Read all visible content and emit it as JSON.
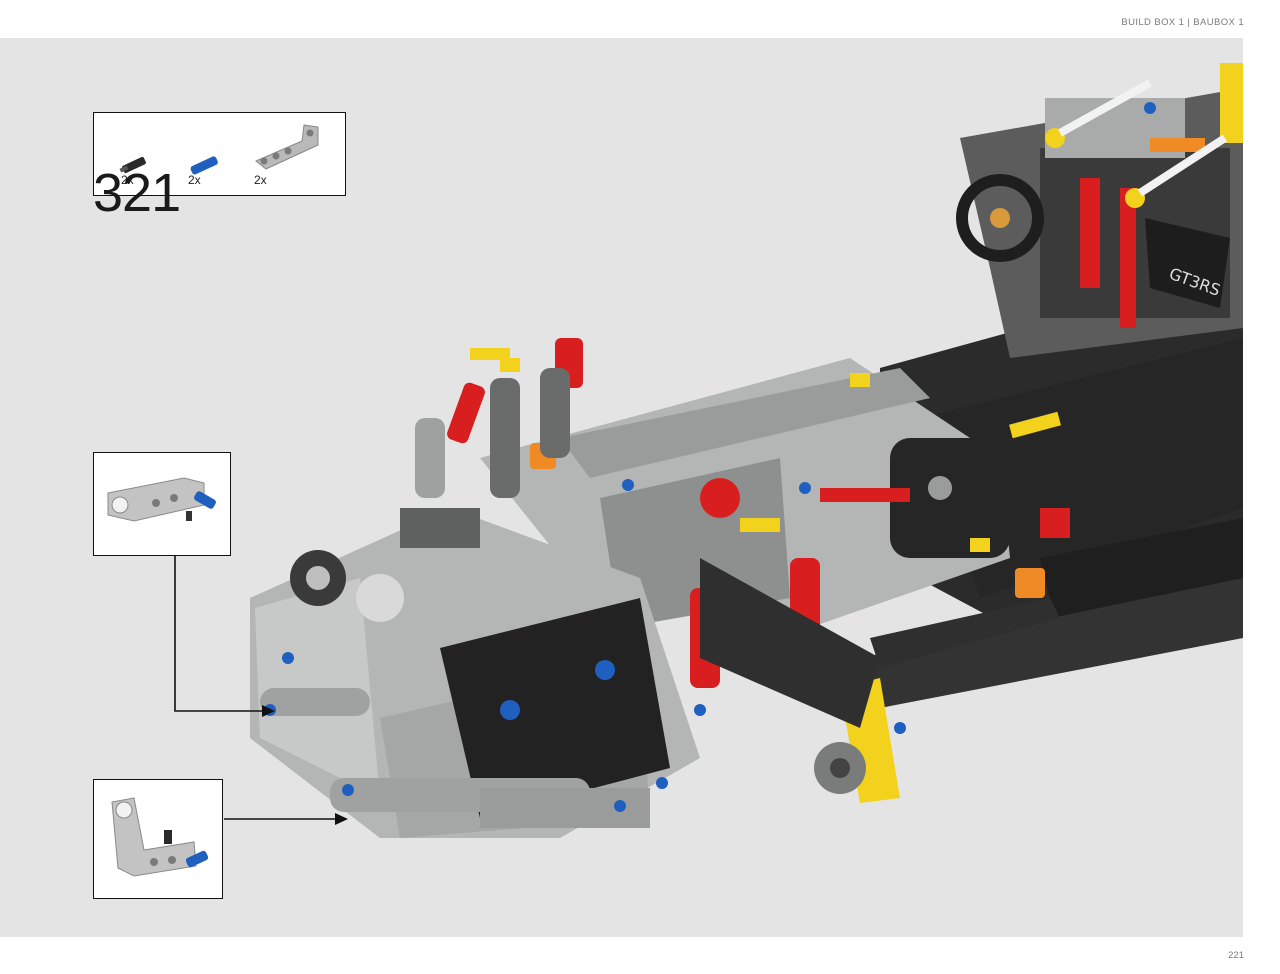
{
  "page": {
    "header_text": "BUILD BOX 1 | BAUBOX 1",
    "page_number": "221"
  },
  "step": {
    "number": "321"
  },
  "parts_list": [
    {
      "icon": "black-axle-pin-icon",
      "quantity": "2x",
      "color": "#2a2a2a"
    },
    {
      "icon": "blue-axle-pin-icon",
      "quantity": "2x",
      "color": "#1f5fbf"
    },
    {
      "icon": "gray-liftarm-icon",
      "quantity": "2x",
      "color": "#b9b9b9"
    }
  ],
  "callouts": [
    {
      "name": "callout-upper",
      "icon": "liftarm-with-blue-pin-icon"
    },
    {
      "name": "callout-lower",
      "icon": "liftarm-with-blue-pin-icon"
    }
  ],
  "colors": {
    "panel_background": "#e3e4e3",
    "technic_black": "#2b2b2b",
    "technic_gray": "#b4b6b5",
    "technic_red": "#d81e1e",
    "technic_yellow": "#f2d21c",
    "technic_blue": "#1f5fbf"
  }
}
